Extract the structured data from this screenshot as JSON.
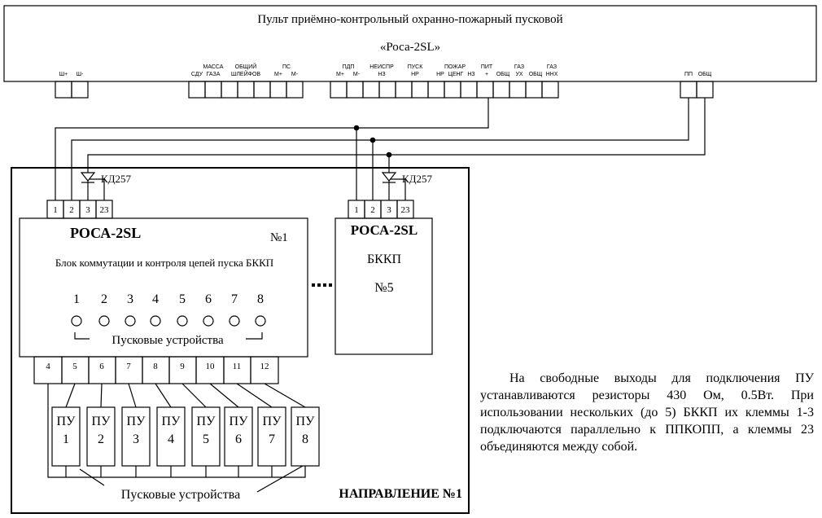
{
  "panel": {
    "title_line1": "Пульт приёмно-контрольный охранно-пожарный пусковой",
    "title_line2": "«Роса-2SL»",
    "terminals": {
      "sh_plus": "Ш+",
      "sh_minus": "Ш-",
      "sdu": "СДУ",
      "massa_gaza": [
        "МАССА",
        "ГАЗА"
      ],
      "obshch_shleyfov": [
        "ОБЩИЙ",
        "ШЛЕЙФОВ"
      ],
      "ps": "ПС",
      "ps_m_plus": "М+",
      "ps_m_minus": "М-",
      "pdp": "ПДП",
      "pdp_m_plus": "М+",
      "pdp_m_minus": "М-",
      "neispr": [
        "НЕИСПР",
        "НЗ"
      ],
      "pusk": [
        "ПУСК",
        "НР"
      ],
      "pozhar": "ПОЖАР",
      "nr": "НР",
      "tseng": "ЦЕНГ",
      "nz": "НЗ",
      "pit": "ПИТ",
      "pit_plus": "+",
      "pit_obshch": "ОБЩ",
      "gaz_ukh": [
        "ГАЗ",
        "УХ"
      ],
      "obshch": "ОБЩ",
      "gaz_nnkh": [
        "ГАЗ",
        "ННХ"
      ],
      "pp": "ПП",
      "pp_obshch": "ОБЩ"
    }
  },
  "diode_label": "КД257",
  "block1": {
    "model": "РОСА-2SL",
    "number": "№1",
    "description": "Блок коммутации и контроля цепей пуска БККП",
    "top_terminals": [
      "1",
      "2",
      "3",
      "23"
    ],
    "indicator_numbers": [
      "1",
      "2",
      "3",
      "4",
      "5",
      "6",
      "7",
      "8"
    ],
    "indicator_caption": "Пусковые устройства",
    "bottom_terminals": [
      "4",
      "5",
      "6",
      "7",
      "8",
      "9",
      "10",
      "11",
      "12"
    ]
  },
  "block5": {
    "model": "РОСА-2SL",
    "type": "БККП",
    "number": "№5",
    "top_terminals": [
      "1",
      "2",
      "3",
      "23"
    ]
  },
  "ellipsis": "....",
  "devices": [
    {
      "label": "ПУ",
      "num": "1"
    },
    {
      "label": "ПУ",
      "num": "2"
    },
    {
      "label": "ПУ",
      "num": "3"
    },
    {
      "label": "ПУ",
      "num": "4"
    },
    {
      "label": "ПУ",
      "num": "5"
    },
    {
      "label": "ПУ",
      "num": "6"
    },
    {
      "label": "ПУ",
      "num": "7"
    },
    {
      "label": "ПУ",
      "num": "8"
    }
  ],
  "devices_caption": "Пусковые устройства",
  "direction_label": "НАПРАВЛЕНИЕ №1",
  "note": "На свободные выходы для подключения ПУ устанавливаются резисторы 430 Ом, 0.5Вт. При использовании нескольких (до 5) БККП их клеммы 1-3 подключаются параллельно к ППКОПП, а клеммы 23 объединяются между собой."
}
